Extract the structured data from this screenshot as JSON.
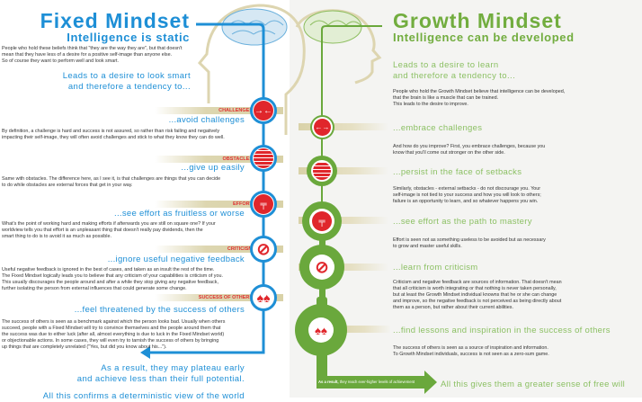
{
  "colors": {
    "fixed": "#1e8fd6",
    "growth": "#72ad3f",
    "icon": "#e0262b"
  },
  "fixed": {
    "title": "Fixed Mindset",
    "subtitle": "Intelligence is static",
    "intro": "People who hold these beliefs think that \"they are the way they are\", but that doesn't\nmean that they have less of a desire for a positive self-image than anyone else.\nSo of course they want to perform well and look smart.",
    "lead": "Leads to a desire to look smart\nand therefore a tendency to...",
    "items": [
      {
        "label": "CHALLENGES",
        "icon": "arrows-in-icon",
        "heading": "...avoid challenges",
        "text": "By definition, a challenge is hard and success is not assured, so rather than risk failing and negatively\nimpacting their self-image, they will often avoid challenges and stick to what they know they can do well."
      },
      {
        "label": "OBSTACLES",
        "icon": "brick-wall-icon",
        "heading": "...give up easily",
        "text": "Same with obstacles. The difference here, as I see it, is that challenges are things that you can decide\nto do while obstacles are external forces that get in your way."
      },
      {
        "label": "EFFORT",
        "icon": "weightlifter-icon",
        "heading": "...see effort as fruitless or worse",
        "text": "What's the point of working hard and making efforts if afterwards you are still on square one? If your\nworldview tells you that effort is an unpleasant thing that doesn't really pay dividends, then the\nsmart thing to do is to avoid it as much as possible."
      },
      {
        "label": "CRITICISM",
        "icon": "prohibited-icon",
        "heading": "...ignore useful negative feedback",
        "text": "Useful negative feedback is ignored in the best of cases, and taken as an insult the rest of the time.\nThe Fixed Mindset logically leads you to believe that any criticism of your capabilities is criticism of you.\nThis usually discourages the people around and after a while they stop giving any negative feedback,\nfurther isolating the person from external influences that could generate some change."
      },
      {
        "label": "SUCCESS OF OTHERS",
        "icon": "lungs-icon",
        "heading": "...feel threatened by the success of others",
        "text": "The success of others is seen as a benchmark against which the person looks bad. Usually when others\nsucceed, people with a Fixed Mindset will try to convince themselves and the people around them that\nthe success was due to either luck (after all, almost everything is due to luck in the Fixed Mindset world)\nor objectionable actions. In some cases, they will even try to tarnish the success of others by bringing\nup things that are completely unrelated (\"Yes, but did you know about his...\")."
      }
    ],
    "result": "As a result, they may plateau early\nand achieve less than their full potential.",
    "conclusion": "All this confirms a deterministic view of the world"
  },
  "growth": {
    "title": "Growth Mindset",
    "subtitle": "Intelligence can be developed",
    "lead": "Leads to a desire to learn\nand therefore a tendency to...",
    "intro": "People who hold the Growth Mindset believe that intelligence can be developed,\nthat the brain is like a muscle that can be trained.\nThis leads to the desire to improve.",
    "items": [
      {
        "icon": "arrows-out-icon",
        "heading": "...embrace challenges",
        "text": "And how do you improve? First, you embrace challenges, because you\nknow that you'll come out stronger on the other side."
      },
      {
        "icon": "brick-wall-icon",
        "heading": "...persist in the face of setbacks",
        "text": "Similarly, obstacles - external setbacks - do not discourage you. Your\nself-image is not tied to your success and how you will look to others;\nfailure is an opportunity to learn, and so whatever happens you win."
      },
      {
        "icon": "weightlifter-icon",
        "heading": "...see effort as the path to mastery",
        "text": "Effort is seen not as something useless to be avoided but as necessary\nto grow and master useful skills."
      },
      {
        "icon": "prohibited-icon",
        "heading": "...learn from criticism",
        "text": "Criticism and negative feedback are sources of information. That doesn't mean\nthat all criticism is worth integrating or that nothing is never taken personally,\nbut at least the Growth Mindset individual knowns that he or she can change\nand improve, so the negative feedback is not perceived as being directly about\nthem as a person, but rather about their current abilities."
      },
      {
        "icon": "lungs-icon",
        "heading": "...find lessons and inspiration in the success of others",
        "text": "The success of others is seen as a source of inspiration and information.\nTo Growth Mindset individuals, success is not seen as a zero-sum game."
      }
    ],
    "result_bold": "As a result,",
    "result": " they reach ever-higher levels of achievement",
    "conclusion": "All this gives them a greater sense of free will"
  }
}
